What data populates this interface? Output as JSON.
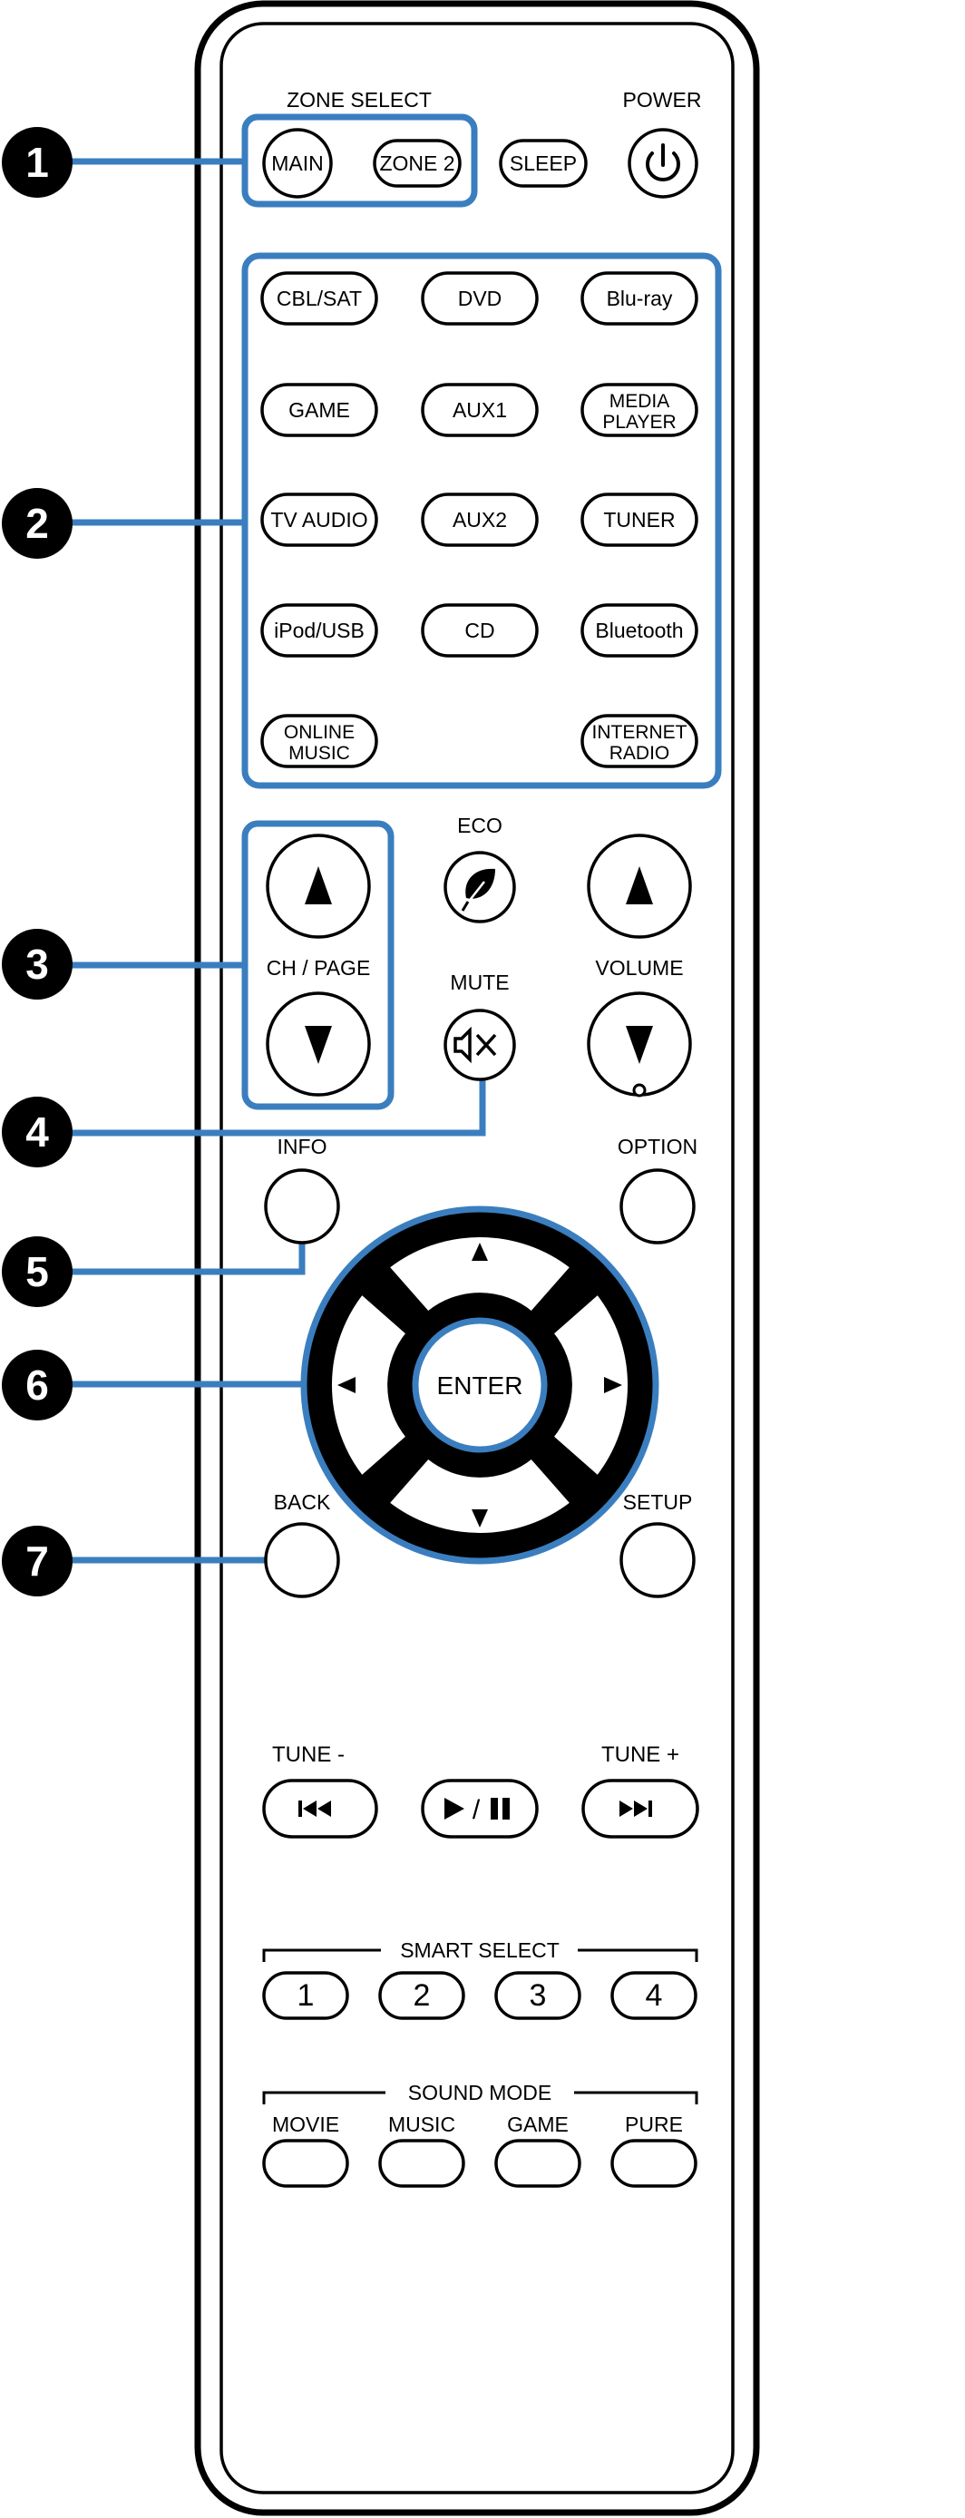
{
  "colors": {
    "accent": "#3a7ebf",
    "ink": "#000000",
    "paper": "#ffffff"
  },
  "callouts": [
    "1",
    "2",
    "3",
    "4",
    "5",
    "6",
    "7"
  ],
  "zone_select": {
    "label": "ZONE SELECT",
    "main": "MAIN",
    "zone2": "ZONE 2"
  },
  "sleep": "SLEEP",
  "power": {
    "label": "POWER",
    "icon": "power-icon"
  },
  "sources": {
    "cbl_sat": "CBL/SAT",
    "dvd": "DVD",
    "bluray": "Blu-ray",
    "game": "GAME",
    "aux1": "AUX1",
    "media_player": [
      "MEDIA",
      "PLAYER"
    ],
    "tv_audio": "TV AUDIO",
    "aux2": "AUX2",
    "tuner": "TUNER",
    "ipod_usb": "iPod/USB",
    "cd": "CD",
    "bluetooth": "Bluetooth",
    "online_music": [
      "ONLINE",
      "MUSIC"
    ],
    "internet_radio": [
      "INTERNET",
      "RADIO"
    ]
  },
  "eco": {
    "label": "ECO",
    "icon": "leaf-icon"
  },
  "mute": {
    "label": "MUTE",
    "icon": "speaker-mute-icon"
  },
  "ch_page": "CH / PAGE",
  "volume": "VOLUME",
  "info": "INFO",
  "option": "OPTION",
  "enter": "ENTER",
  "back": "BACK",
  "setup": "SETUP",
  "tune": {
    "minus": "TUNE -",
    "plus": "TUNE +",
    "play_pause": "/"
  },
  "smart_select": {
    "label": "SMART SELECT",
    "buttons": [
      "1",
      "2",
      "3",
      "4"
    ]
  },
  "sound_mode": {
    "label": "SOUND MODE",
    "modes": [
      "MOVIE",
      "MUSIC",
      "GAME",
      "PURE"
    ]
  }
}
